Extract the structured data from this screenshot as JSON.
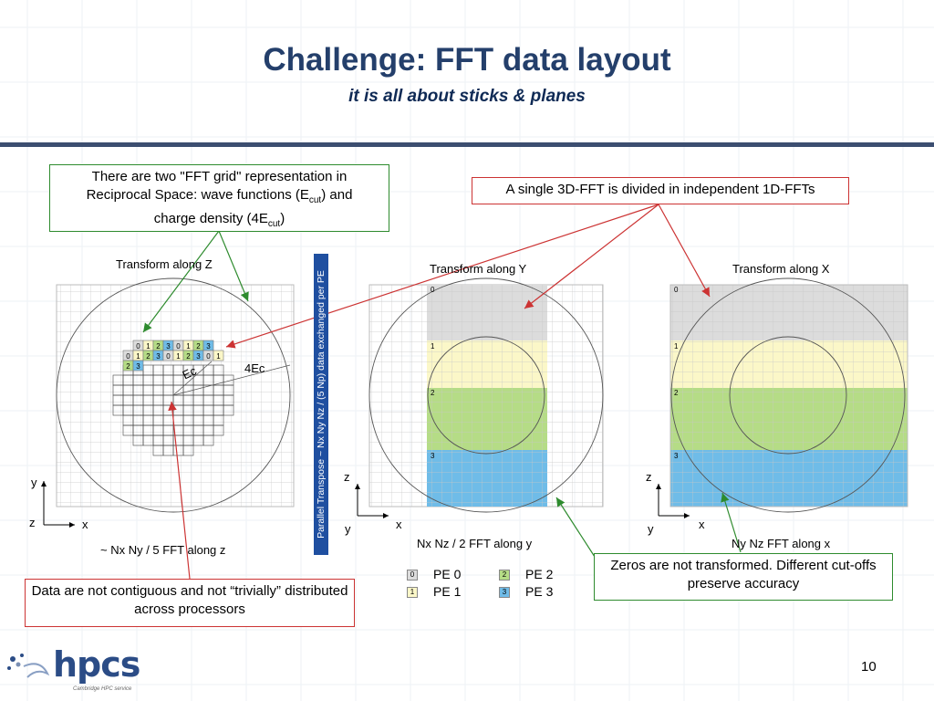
{
  "slide": {
    "title": "Challenge: FFT data layout",
    "subtitle": "it is all about sticks & planes",
    "page_number": "10"
  },
  "callouts": {
    "fft_grid": {
      "line1": "There are two \"FFT grid\" representation in",
      "line2a": "Reciprocal Space: wave functions (E",
      "line2sub": "cut",
      "line2b": ") and",
      "line3a": "charge density (4E",
      "line3sub": "cut",
      "line3b": ")"
    },
    "single_fft": "A single 3D-FFT is divided in independent 1D-FFTs",
    "zeros": "Zeros are not transformed. Different cut-offs preserve accuracy",
    "contiguous": "Data are not contiguous and not “trivially” distributed across processors"
  },
  "panels": {
    "z": {
      "title": "Transform along Z",
      "caption": "~ Nx Ny / 5  FFT along z",
      "axis_up": "y",
      "axis_right": "x",
      "axis_origin": "z",
      "ec_label": "Ec",
      "fourec_label": "4Ec",
      "stick_rows": [
        [
          "0",
          "1",
          "2",
          "3",
          "0",
          "1",
          "2",
          "3"
        ],
        [
          "0",
          "1",
          "2",
          "3",
          "0",
          "1",
          "2",
          "3",
          "0",
          "1"
        ],
        [
          "2",
          "3"
        ]
      ]
    },
    "y": {
      "title": "Transform along Y",
      "caption": "Nx Nz / 2  FFT along y",
      "axis_up": "z",
      "axis_right": "x",
      "axis_origin": "y",
      "band_labels": [
        "0",
        "1",
        "2",
        "3"
      ]
    },
    "x": {
      "title": "Transform along X",
      "caption": "Ny Nz  FFT along x",
      "axis_up": "z",
      "axis_right": "x",
      "axis_origin": "y",
      "band_labels": [
        "0",
        "1",
        "2",
        "3"
      ]
    }
  },
  "transpose_bar": "Parallel Transpose ~ Nx Ny Nz / (5 Np) data exchanged per PE",
  "legend": [
    {
      "box": "0",
      "label": "PE 0",
      "color": "#dcdcdc"
    },
    {
      "box": "1",
      "label": "PE 1",
      "color": "#fbf7c8"
    },
    {
      "box": "2",
      "label": "PE 2",
      "color": "#b5dc86"
    },
    {
      "box": "3",
      "label": "PE 3",
      "color": "#6fbce8"
    }
  ],
  "logo": {
    "text": "hpcs",
    "tagline": "Cambridge HPC service"
  }
}
